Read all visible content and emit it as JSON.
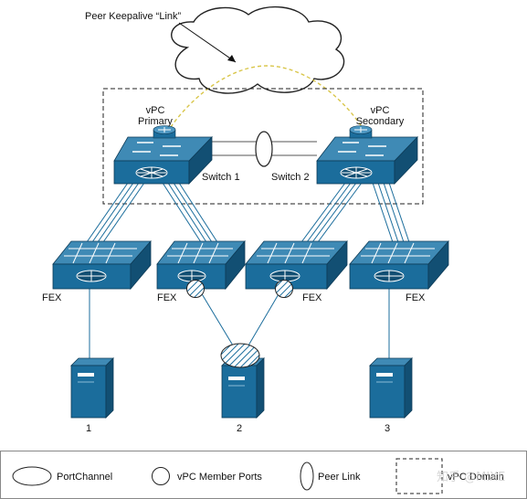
{
  "cloud_label": "Peer Keepalive “Link”",
  "switch1": {
    "role_line1": "vPC",
    "role_line2": "Primary",
    "name": "Switch 1"
  },
  "switch2": {
    "role_line1": "vPC",
    "role_line2": "Secondary",
    "name": "Switch 2"
  },
  "fex_labels": [
    "FEX",
    "FEX",
    "FEX",
    "FEX"
  ],
  "server_labels": [
    "1",
    "2",
    "3"
  ],
  "legend": {
    "portchannel": "PortChannel",
    "member_ports": "vPC Member Ports",
    "peer_link": "Peer Link",
    "domain": "vPC Domain"
  },
  "watermark": "知乎 @MIXE",
  "colors": {
    "device_blue": "#1b6d9c",
    "device_dark": "#124f73",
    "keepalive": "#d9c64a"
  }
}
